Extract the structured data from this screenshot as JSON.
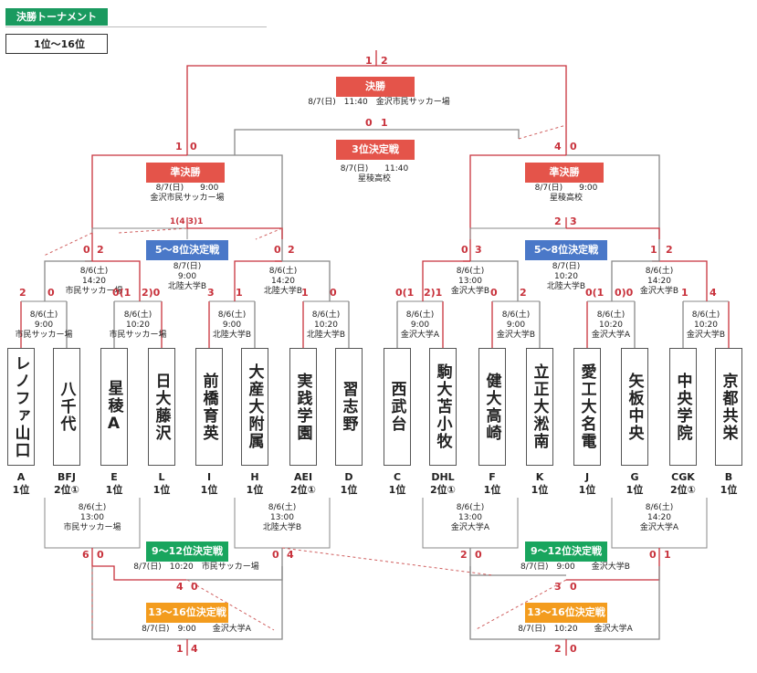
{
  "header": {
    "tab": "決勝トーナメント",
    "range": "1位〜16位"
  },
  "matches": {
    "final": {
      "title": "決勝",
      "info": "8/7(日)　11:40　金沢市民サッカー場",
      "score_left": "1",
      "score_right": "2"
    },
    "third": {
      "title": "3位決定戦",
      "info": "8/7(日)　　11:40\n星稜高校",
      "score_left": "0",
      "score_right": "1"
    },
    "semi_left": {
      "title": "準決勝",
      "info": "8/7(日)　　9:00\n金沢市民サッカー場",
      "score_left": "1",
      "score_right": "0"
    },
    "semi_right": {
      "title": "準決勝",
      "info": "8/7(日)　　9:00\n星稜高校",
      "score_left": "4",
      "score_right": "0"
    },
    "p58_left": {
      "title": "5〜8位決定戦",
      "info": "8/7(日)\n9:00\n北陸大学B",
      "score_left": "1(4 3)1",
      "score_right": ""
    },
    "p58_right": {
      "title": "5〜8位決定戦",
      "info": "8/7(日)\n10:20\n北陸大学B",
      "score_left": "2",
      "score_right": "3"
    },
    "qf1": {
      "info": "8/6(土)\n14:20\n市民サッカー場",
      "score_left": "0",
      "score_right": "2"
    },
    "qf2": {
      "info": "8/6(土)\n14:20\n北陸大学B",
      "score_left": "0",
      "score_right": "2"
    },
    "qf3": {
      "info": "8/6(土)\n13:00\n金沢大学B",
      "score_left": "0",
      "score_right": "3"
    },
    "qf4": {
      "info": "8/6(土)\n14:20\n金沢大学B",
      "score_left": "1",
      "score_right": "2"
    },
    "r1": [
      {
        "info": "8/6(土)\n9:00\n市民サッカー場",
        "score_left": "2",
        "score_right": "0"
      },
      {
        "info": "8/6(土)\n10:20\n市民サッカー場",
        "score_left": "0(1",
        "score_right": "2)0"
      },
      {
        "info": "8/6(土)\n9:00\n北陸大学B",
        "score_left": "3",
        "score_right": "1"
      },
      {
        "info": "8/6(土)\n10:20\n北陸大学B",
        "score_left": "1",
        "score_right": "0"
      },
      {
        "info": "8/6(土)\n9:00\n金沢大学A",
        "score_left": "0(1",
        "score_right": "2)1"
      },
      {
        "info": "8/6(土)\n9:00\n金沢大学B",
        "score_left": "0",
        "score_right": "2"
      },
      {
        "info": "8/6(土)\n10:20\n金沢大学A",
        "score_left": "0(1",
        "score_right": "0)0"
      },
      {
        "info": "8/6(土)\n10:20\n金沢大学B",
        "score_left": "1",
        "score_right": "4"
      }
    ],
    "lower_qf": [
      {
        "info": "8/6(土)\n13:00\n市民サッカー場",
        "score_left": "6",
        "score_right": "0"
      },
      {
        "info": "8/6(土)\n13:00\n北陸大学B",
        "score_left": "0",
        "score_right": "4"
      },
      {
        "info": "8/6(土)\n13:00\n金沢大学A",
        "score_left": "2",
        "score_right": "0"
      },
      {
        "info": "8/6(土)\n14:20\n金沢大学A",
        "score_left": "0",
        "score_right": "1"
      }
    ],
    "p912_left": {
      "title": "9〜12位決定戦",
      "info": "8/7(日)　10:20　市民サッカー場",
      "score_left": "4",
      "score_right": "0"
    },
    "p912_right": {
      "title": "9〜12位決定戦",
      "info": "8/7(日)　9:00　　金沢大学B",
      "score_left": "3",
      "score_right": "0"
    },
    "p1316_left": {
      "title": "13〜16位決定戦",
      "info": "8/7(日)　9:00　　金沢大学A",
      "score_left": "1",
      "score_right": "4"
    },
    "p1316_right": {
      "title": "13〜16位決定戦",
      "info": "8/7(日)　10:20　　金沢大学A",
      "score_left": "2",
      "score_right": "0"
    }
  },
  "teams": [
    {
      "name": "レノファ山口",
      "code": "A",
      "seed": "1位"
    },
    {
      "name": "八千代",
      "code": "BFJ",
      "seed": "2位①"
    },
    {
      "name": "星稜A",
      "code": "E",
      "seed": "1位"
    },
    {
      "name": "日大藤沢",
      "code": "L",
      "seed": "1位"
    },
    {
      "name": "前橋育英",
      "code": "I",
      "seed": "1位"
    },
    {
      "name": "大産大附属",
      "code": "H",
      "seed": "1位"
    },
    {
      "name": "実践学園",
      "code": "AEI",
      "seed": "2位①"
    },
    {
      "name": "習志野",
      "code": "D",
      "seed": "1位"
    },
    {
      "name": "西武台",
      "code": "C",
      "seed": "1位"
    },
    {
      "name": "駒大苫小牧",
      "code": "DHL",
      "seed": "2位①"
    },
    {
      "name": "健大高崎",
      "code": "F",
      "seed": "1位"
    },
    {
      "name": "立正大淞南",
      "code": "K",
      "seed": "1位"
    },
    {
      "name": "愛工大名電",
      "code": "J",
      "seed": "1位"
    },
    {
      "name": "矢板中央",
      "code": "G",
      "seed": "1位"
    },
    {
      "name": "中央学院",
      "code": "CGK",
      "seed": "2位①"
    },
    {
      "name": "京都共栄",
      "code": "B",
      "seed": "1位"
    }
  ],
  "colors": {
    "win_line": "#c8323c",
    "lose_line": "#888888",
    "red": "#e4544a",
    "blue": "#4a78c8",
    "green": "#19a55e",
    "orange": "#f39c1e"
  }
}
